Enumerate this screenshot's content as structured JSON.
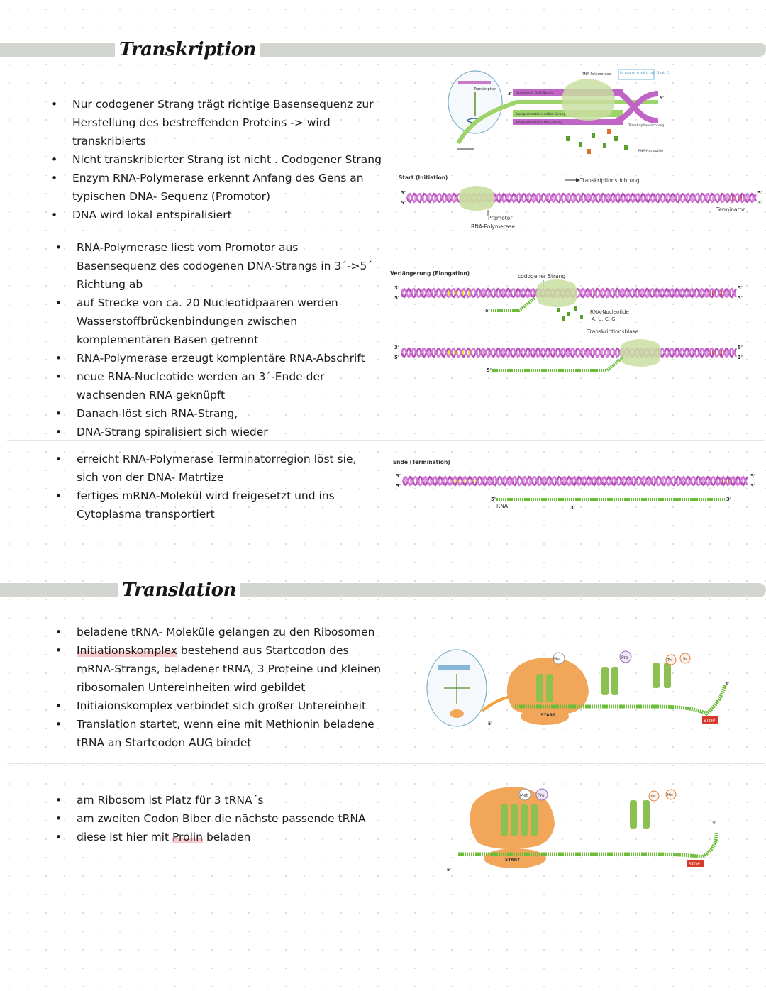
{
  "sections": {
    "transcription": {
      "title": "Transkription"
    },
    "translation": {
      "title": "Translation"
    }
  },
  "transcription": {
    "intro_items": [
      "Nur codogener Strang trägt richtige Basensequenz zur Herstellung des bestreffenden Proteins -> wird transkribierts",
      "Nicht transkribierter Strang ist nicht . Codogener Strang"
    ],
    "initiation_items": [
      "Enzym RNA-Polymerase erkennt Anfang des Gens an typischen DNA- Sequenz (Promotor)",
      "DNA wird lokal entspiralisiert"
    ],
    "elongation_items": [
      "RNA-Polymerase liest vom Promotor aus Basensequenz des codogenen DNA-Strangs in 3´->5´ Richtung ab",
      "auf Strecke von ca. 20 Nucleotidpaaren werden Wasserstoffbrückenbindungen zwischen komplementären Basen getrennt",
      "RNA-Polymerase erzeugt komplentäre RNA-Abschrift",
      "neue RNA-Nucleotide werden an 3´-Ende der wachsenden RNA geknüpft",
      "Danach löst sich RNA-Strang,",
      "DNA-Strang spiralisiert sich wieder"
    ],
    "termination_items": [
      "erreicht RNA-Polymerase Terminatorregion löst sie, sich von der DNA- Matrtize",
      "fertiges mRNA-Molekül wird freigesetzt und ins Cytoplasma transportiert"
    ],
    "fig_overview": {
      "inset_label": "Transkription",
      "polymerase": "RNA-Polymerase",
      "pairing_note": "Es paaren A mit U und G mit C.",
      "codogen": "Codogener DNA-Strang",
      "mrna": "komplementärer mRNA-Strang",
      "compl": "komplementärer DNA-Strang",
      "direction": "Transkriptionsrichtung",
      "nucleotides": "RNA-Nucleotide",
      "three_prime": "3'",
      "five_prime": "5'"
    },
    "fig_initiation": {
      "title": "Start (Initiation)",
      "direction": "Transkriptionsrichtung",
      "promotor": "Promotor",
      "polymerase": "RNA-Polymerase",
      "terminator": "Terminator",
      "three_prime": "3'",
      "five_prime": "5'"
    },
    "fig_elongation": {
      "title": "Verlängerung (Elongation)",
      "codogen": "codogener Strang",
      "nucleotides": "RNA-Nucleotide",
      "bases": "A, U, C, G",
      "bubble": "Transkriptionsblase",
      "three_prime": "3'",
      "five_prime": "5'"
    },
    "fig_termination": {
      "title": "Ende (Termination)",
      "rna": "RNA",
      "three_prime": "3'",
      "five_prime": "5'"
    }
  },
  "translation": {
    "initiation_items": [
      {
        "before": "beladene tRNA- Moleküle gelangen zu den Ribosomen",
        "hl": "",
        "after": ""
      },
      {
        "before": "",
        "hl": "Initiationskomplex",
        "after": " bestehend aus Startcodon des mRNA-Strangs, beladener tRNA, 3 Proteine und kleinen ribosomalen Untereinheiten wird gebildet"
      },
      {
        "before": "Initiaionskomplex verbindet sich großer Untereinheit",
        "hl": "",
        "after": ""
      },
      {
        "before": "Translation startet, wenn eine mit Methionin beladene tRNA an Startcodon AUG bindet",
        "hl": "",
        "after": ""
      }
    ],
    "elongation_items": [
      {
        "before": "am Ribosom ist Platz für 3 tRNA´s",
        "hl": "",
        "after": ""
      },
      {
        "before": "am zweiten Codon Biber die nächste passende tRNA",
        "hl": "",
        "after": ""
      },
      {
        "before": "diese ist hier mit ",
        "hl": "Prolin",
        "after": " beladen"
      }
    ],
    "fig_init": {
      "met": "Met",
      "pro": "Pro",
      "tyr": "Tyr",
      "his": "His",
      "start": "START",
      "stop": "STOP",
      "three_prime": "3'",
      "five_prime": "5'"
    },
    "fig_elong": {
      "met": "Met",
      "pro": "Pro",
      "tyr": "Tyr",
      "his": "His",
      "start": "START",
      "stop": "STOP",
      "three_prime": "3'",
      "five_prime": "5'"
    }
  }
}
